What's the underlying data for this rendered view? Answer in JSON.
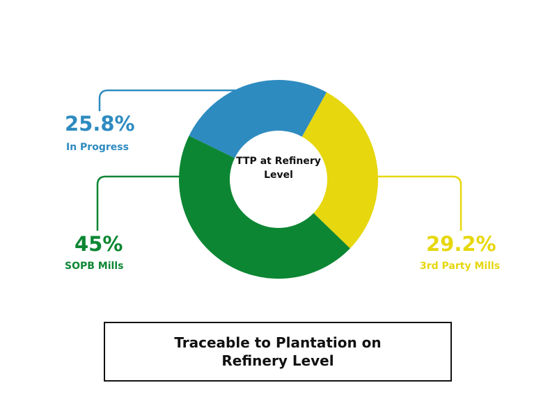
{
  "chart_data": {
    "type": "pie",
    "donut": true,
    "center_label": "TTP at Refinery Level",
    "caption": "Traceable to Plantation on Refinery Level",
    "slices": [
      {
        "key": "progress",
        "value": 25.8,
        "value_text": "25.8%",
        "label": "In Progress",
        "color": "#2E8BC0"
      },
      {
        "key": "third",
        "value": 29.2,
        "value_text": "29.2%",
        "label": "3rd Party Mills",
        "color": "#E6D70E"
      },
      {
        "key": "sopb",
        "value": 45,
        "value_text": "45%",
        "label": "SOPB Mills",
        "color": "#0C8633"
      }
    ],
    "legend": "callouts"
  }
}
